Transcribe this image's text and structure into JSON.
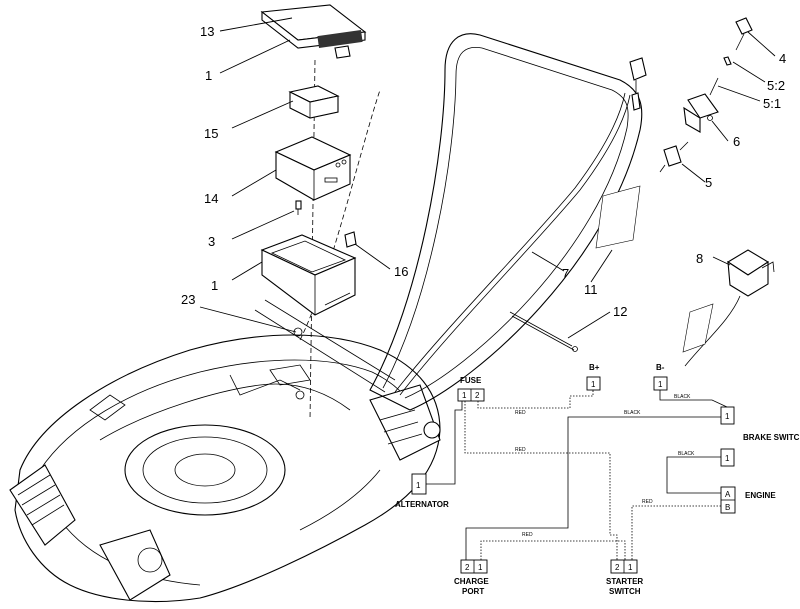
{
  "callouts": {
    "c13": "13",
    "c1a": "1",
    "c15": "15",
    "c14": "14",
    "c3": "3",
    "c1b": "1",
    "c16": "16",
    "c23": "23",
    "c4": "4",
    "c52": "5:2",
    "c51": "5:1",
    "c6": "6",
    "c5": "5",
    "c7": "7",
    "c11": "11",
    "c8": "8",
    "c12": "12"
  },
  "schematic": {
    "fuse": {
      "label": "FUSE",
      "pin1": "1",
      "pin2": "2"
    },
    "bplus": {
      "label": "B+",
      "pin": "1"
    },
    "bminus": {
      "label": "B-",
      "pin": "1"
    },
    "brake_switch": {
      "label": "BRAKE SWITCH",
      "pin": "1"
    },
    "engine": {
      "label": "ENGINE",
      "pinA": "A",
      "pinB": "B",
      "pin1": "1"
    },
    "alternator": {
      "label": "ALTERNATOR",
      "pin": "1"
    },
    "charge_port": {
      "label_line1": "CHARGE",
      "label_line2": "PORT",
      "pin2": "2",
      "pin1": "1"
    },
    "starter_switch": {
      "label_line1": "STARTER",
      "label_line2": "SWITCH",
      "pin2": "2",
      "pin1": "1"
    },
    "wires": {
      "red": "RED",
      "black": "BLACK"
    }
  }
}
